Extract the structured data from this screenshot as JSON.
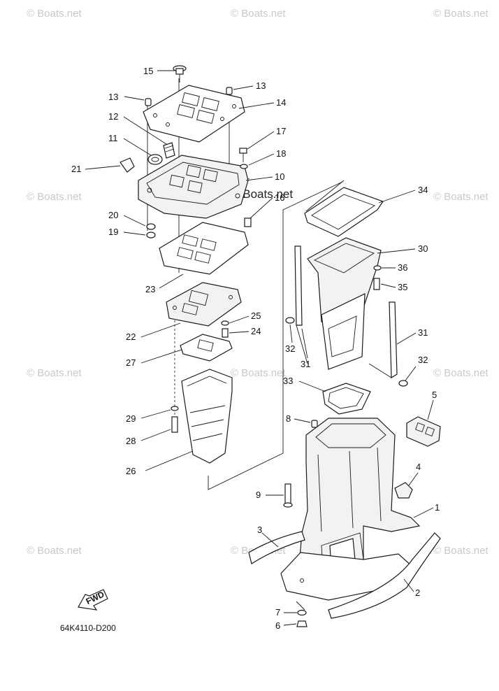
{
  "watermarks": {
    "text": "© Boats.net",
    "feature_text": "© Boats.net"
  },
  "diagram_code": "64K4110-D200",
  "fwd_label": "FWD",
  "callouts": [
    {
      "id": "c15",
      "label": "15"
    },
    {
      "id": "c13a",
      "label": "13"
    },
    {
      "id": "c13b",
      "label": "13"
    },
    {
      "id": "c14",
      "label": "14"
    },
    {
      "id": "c12",
      "label": "12"
    },
    {
      "id": "c17",
      "label": "17"
    },
    {
      "id": "c11",
      "label": "11"
    },
    {
      "id": "c18",
      "label": "18"
    },
    {
      "id": "c21",
      "label": "21"
    },
    {
      "id": "c10",
      "label": "10"
    },
    {
      "id": "c16",
      "label": "16"
    },
    {
      "id": "c34",
      "label": "34"
    },
    {
      "id": "c20",
      "label": "20"
    },
    {
      "id": "c19",
      "label": "19"
    },
    {
      "id": "c30",
      "label": "30"
    },
    {
      "id": "c36",
      "label": "36"
    },
    {
      "id": "c35",
      "label": "35"
    },
    {
      "id": "c23",
      "label": "23"
    },
    {
      "id": "c25",
      "label": "25"
    },
    {
      "id": "c24",
      "label": "24"
    },
    {
      "id": "c22",
      "label": "22"
    },
    {
      "id": "c31a",
      "label": "31"
    },
    {
      "id": "c32a",
      "label": "32"
    },
    {
      "id": "c31b",
      "label": "31"
    },
    {
      "id": "c27",
      "label": "27"
    },
    {
      "id": "c32b",
      "label": "32"
    },
    {
      "id": "c33",
      "label": "33"
    },
    {
      "id": "c5",
      "label": "5"
    },
    {
      "id": "c29",
      "label": "29"
    },
    {
      "id": "c8",
      "label": "8"
    },
    {
      "id": "c28",
      "label": "28"
    },
    {
      "id": "c26",
      "label": "26"
    },
    {
      "id": "c4",
      "label": "4"
    },
    {
      "id": "c9",
      "label": "9"
    },
    {
      "id": "c1",
      "label": "1"
    },
    {
      "id": "c3",
      "label": "3"
    },
    {
      "id": "c2",
      "label": "2"
    },
    {
      "id": "c7",
      "label": "7"
    },
    {
      "id": "c6",
      "label": "6"
    }
  ]
}
